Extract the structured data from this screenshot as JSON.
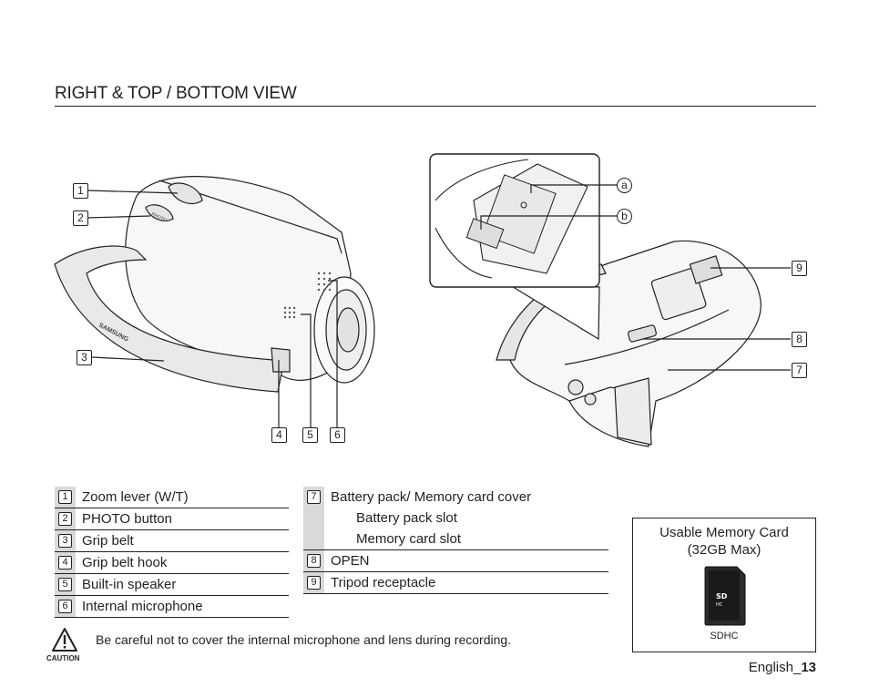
{
  "title": "RIGHT & TOP / BOTTOM VIEW",
  "callouts": {
    "c1": "1",
    "c2": "2",
    "c3": "3",
    "c4": "4",
    "c5": "5",
    "c6": "6",
    "c7": "7",
    "c8": "8",
    "c9": "9",
    "ca": "a",
    "cb": "b"
  },
  "camera_brand": "SAMSUNG",
  "camera_photo_label": "PHOTO",
  "legend_left": [
    {
      "num": "1",
      "label": "Zoom lever (W/T)"
    },
    {
      "num": "2",
      "label": "PHOTO button"
    },
    {
      "num": "3",
      "label": "Grip belt"
    },
    {
      "num": "4",
      "label": "Grip belt hook"
    },
    {
      "num": "5",
      "label": "Built-in speaker"
    },
    {
      "num": "6",
      "label": "Internal microphone"
    }
  ],
  "legend_right": {
    "r7": {
      "num": "7",
      "label": "Battery pack/ Memory card cover"
    },
    "sub_a": "Battery pack slot",
    "sub_b": "Memory card slot",
    "r8": {
      "num": "8",
      "label": "OPEN"
    },
    "r9": {
      "num": "9",
      "label": "Tripod receptacle"
    }
  },
  "memory_card": {
    "title_line1": "Usable Memory Card",
    "title_line2": "(32GB Max)",
    "card_label": "SDHC"
  },
  "caution": {
    "label": "CAUTION",
    "text": "Be careful not to cover the internal microphone and lens during recording."
  },
  "footer": {
    "lang": "English_",
    "page": "13"
  }
}
